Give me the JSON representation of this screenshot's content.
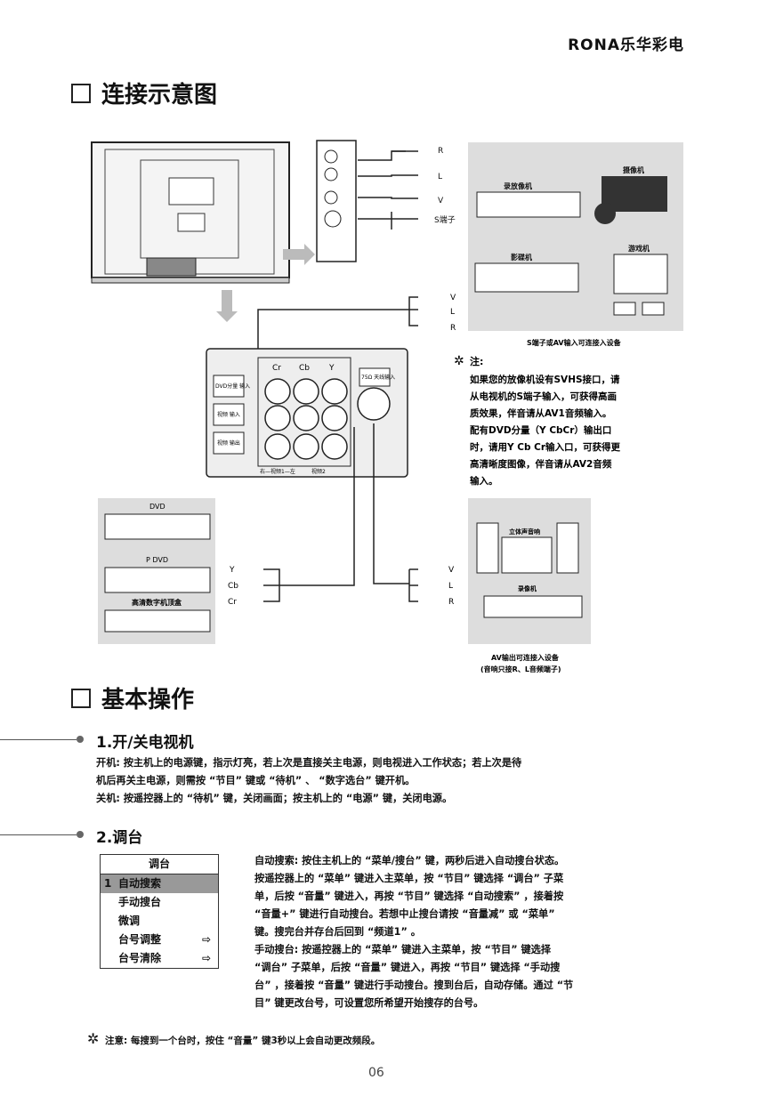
{
  "brand": "RONA乐华彩电",
  "section1": {
    "title": "连接示意图"
  },
  "diagram": {
    "rlv_top": [
      "R",
      "L",
      "V"
    ],
    "s_terminal": "S端子",
    "top_devices": [
      "录放像机",
      "摄像机",
      "影碟机",
      "游戏机"
    ],
    "top_caption": "S端子或AV输入可连接入设备",
    "panel_cols": [
      "Cr",
      "Cb",
      "Y"
    ],
    "tv_input": "75Ω 天线输入",
    "dvd_label": "DVD分量 输入",
    "video_in": "视频 输入",
    "video_out": "视频 输出",
    "panel_bottom_1": "右—视频1—左",
    "panel_bottom_2": "视频2",
    "vlr_mid": [
      "V",
      "L",
      "R"
    ],
    "left_devices": [
      "DVD",
      "P DVD",
      "高清数字机顶盒"
    ],
    "ycbcr": [
      "Y",
      "Cb",
      "Cr"
    ],
    "vlr_bottom": [
      "V",
      "L",
      "R"
    ],
    "right_devices": [
      "立体声音响",
      "录像机"
    ],
    "bottom_caption_1": "AV输出可连接入设备",
    "bottom_caption_2": "(音响只接R、L音频端子)",
    "note_head": "注:",
    "note_lines": [
      "如果您的放像机设有SVHS接口，请",
      "从电视机的S端子输入，可获得高画",
      "质效果，伴音请从AV1音频输入。",
      "配有DVD分量（Y CbCr）输出口",
      "时，请用Y Cb Cr输入口，可获得更",
      "高清晰度图像，伴音请从AV2音频",
      "输入。"
    ]
  },
  "section2": {
    "title": "基本操作"
  },
  "power": {
    "title": "1.开/关电视机",
    "lines": [
      "开机: 按主机上的电源键，指示灯亮，若上次是直接关主电源，则电视进入工作状态；若上次是待",
      "机后再关主电源，则需按 “节目” 键或 “待机” 、 “数字选台” 键开机。",
      "关机: 按遥控器上的 “待机” 键，关闭画面；按主机上的 “电源” 键，关闭电源。"
    ]
  },
  "tuning": {
    "title": "2.调台",
    "menu_header": "调台",
    "menu_items": [
      "自动搜索",
      "手动搜台",
      "微调",
      "台号调整",
      "台号清除"
    ],
    "menu_index": "1",
    "arrow": "⇨",
    "lines": [
      "自动搜索: 按住主机上的 “菜单/搜台” 键，两秒后进入自动搜台状态。",
      "按遥控器上的 “菜单” 键进入主菜单，按 “节目” 键选择 “调台” 子菜",
      "单，后按 “音量” 键进入，再按 “节目” 键选择 “自动搜索” ，接着按",
      "“音量+” 键进行自动搜台。若想中止搜台请按 “音量减” 或 “菜单”",
      "键。搜完台并存台后回到 “频道1” 。",
      "手动搜台: 按遥控器上的 “菜单” 键进入主菜单，按 “节目” 键选择",
      "“调台” 子菜单，后按 “音量” 键进入，再按 “节目” 键选择 “手动搜",
      "台” ，接着按 “音量” 键进行手动搜台。搜到台后，自动存储。通过 “节",
      "目” 键更改台号，可设置您所希望开始搜存的台号。"
    ]
  },
  "footnote": "注意: 每搜到一个台时，按住 “音量” 键3秒以上会自动更改频段。",
  "page_number": "06"
}
